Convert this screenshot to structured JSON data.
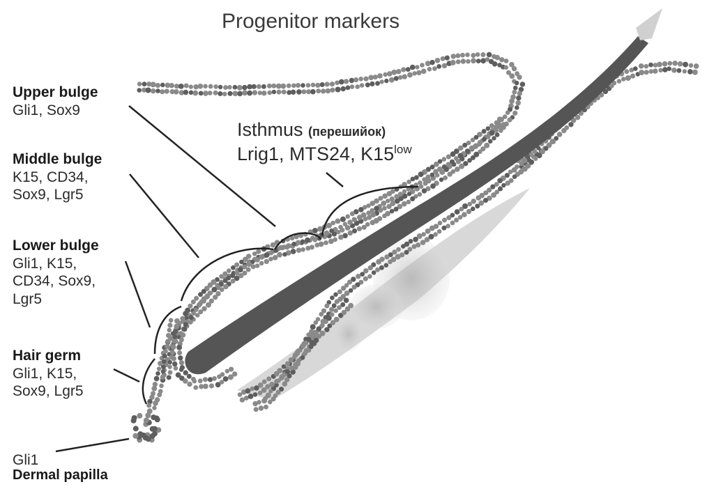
{
  "title": "Progenitor markers",
  "isthmus": {
    "name": "Isthmus",
    "name_ru": "(перешийок)",
    "markers": "Lrig1, MTS24, K15",
    "marker_superscript": "low"
  },
  "regions": [
    {
      "name": "Upper bulge",
      "marker_lines": [
        "Gli1, Sox9"
      ]
    },
    {
      "name": "Middle bulge",
      "marker_lines": [
        "K15, CD34,",
        "Sox9, Lgr5"
      ]
    },
    {
      "name": "Lower bulge",
      "marker_lines": [
        "Gli1, K15,",
        "CD34, Sox9,",
        "Lgr5"
      ]
    },
    {
      "name": "Hair germ",
      "marker_lines": [
        "Gli1, K15,",
        "Sox9, Lgr5"
      ]
    }
  ],
  "dermal_papilla": {
    "name": "Dermal papilla",
    "marker": "Gli1"
  },
  "colors": {
    "cell": "#8a8a8a",
    "cell_dark": "#5e5e5e",
    "shaft": "#555555",
    "sheath": "#d6d6d6",
    "line": "#222222"
  }
}
